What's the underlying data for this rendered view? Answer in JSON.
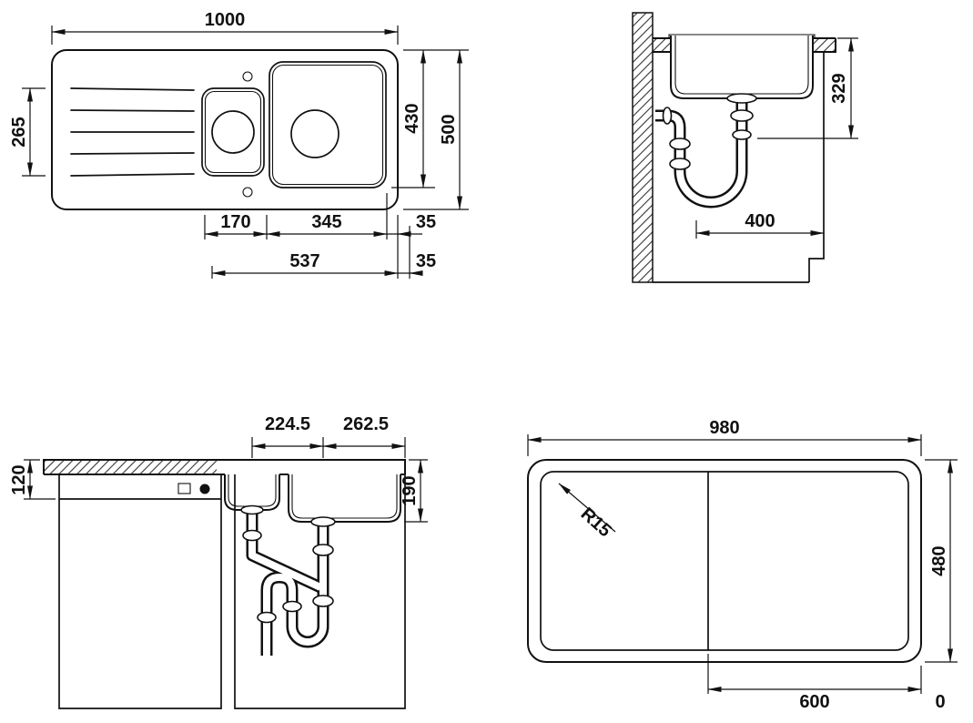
{
  "views": {
    "plan": {
      "dims": {
        "overall_width": "1000",
        "bowl_front_to_back": "265",
        "bowl_length": "430",
        "overall_depth": "500",
        "edge_a": "35",
        "edge_b": "35",
        "half_bowl_width": "170",
        "main_bowl_width": "345",
        "bowl_span": "537"
      }
    },
    "side_section": {
      "dims": {
        "drain_height": "329",
        "drain_offset": "400"
      }
    },
    "front_section": {
      "dims": {
        "drain_spacing": "224.5",
        "drain_to_edge": "262.5",
        "apron_height": "120",
        "bowl_depth": "190"
      }
    },
    "underside": {
      "dims": {
        "base_width": "980",
        "corner_radius": "R15",
        "base_depth": "480",
        "bowl_section_width": "600",
        "right_offset": "0"
      }
    }
  }
}
